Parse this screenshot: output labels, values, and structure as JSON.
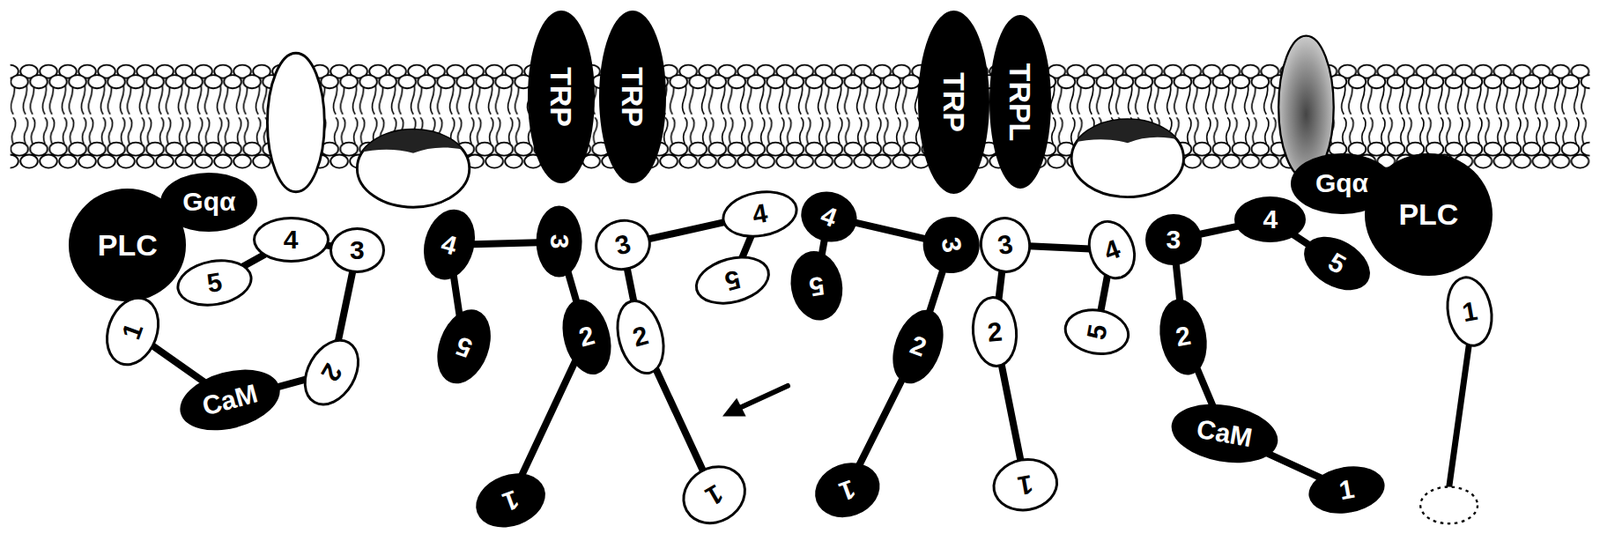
{
  "diagram": {
    "nodes": [
      {
        "text": [
          "PLC"
        ]
      },
      {
        "text": [
          "Gqα"
        ]
      },
      {
        "text": [
          "5"
        ]
      },
      {
        "text": [
          "4"
        ]
      },
      {
        "text": [
          "3"
        ]
      },
      {
        "text": [
          "1"
        ]
      },
      {
        "text": [
          "CaM"
        ]
      },
      {
        "text": [
          "2"
        ]
      },
      {
        "text": [
          "4"
        ]
      },
      {
        "text": [
          "5"
        ]
      },
      {
        "text": [
          "TRP"
        ]
      },
      {
        "text": [
          "TRP"
        ]
      },
      {
        "text": [
          "3"
        ]
      },
      {
        "text": [
          "3"
        ]
      },
      {
        "text": [
          "2"
        ]
      },
      {
        "text": [
          "2"
        ]
      },
      {
        "text": [
          "1"
        ]
      },
      {
        "text": [
          "1"
        ]
      },
      {
        "text": [
          "4"
        ]
      },
      {
        "text": [
          "5"
        ]
      },
      {
        "text": [
          "4"
        ]
      },
      {
        "text": [
          "5"
        ]
      },
      {
        "text": [
          "TRP"
        ]
      },
      {
        "text": [
          "TRPL"
        ]
      },
      {
        "text": [
          "3"
        ]
      },
      {
        "text": [
          "3"
        ]
      },
      {
        "text": [
          "2"
        ]
      },
      {
        "text": [
          "2"
        ]
      },
      {
        "text": [
          "1"
        ]
      },
      {
        "text": [
          "1"
        ]
      },
      {
        "text": [
          "4"
        ]
      },
      {
        "text": [
          "5"
        ]
      },
      {
        "text": [
          "3"
        ]
      },
      {
        "text": [
          "2"
        ]
      },
      {
        "text": [
          "CaM"
        ]
      },
      {
        "text": [
          "1"
        ]
      },
      {
        "text": [
          "4"
        ]
      },
      {
        "text": [
          "5"
        ]
      },
      {
        "text": [
          "PLC"
        ]
      },
      {
        "text": [
          "Gqα"
        ]
      },
      {
        "text": [
          "1"
        ]
      }
    ],
    "edges": [
      {
        "from": 5,
        "to": 6,
        "arrow": "none"
      },
      {
        "from": 6,
        "to": 7,
        "arrow": "none"
      },
      {
        "from": 7,
        "to": 4,
        "arrow": "none"
      },
      {
        "from": 4,
        "to": 3,
        "arrow": "none"
      },
      {
        "from": 3,
        "to": 2,
        "arrow": "none"
      },
      {
        "from": 12,
        "to": 8,
        "arrow": "none"
      },
      {
        "from": 8,
        "to": 9,
        "arrow": "none"
      },
      {
        "from": 12,
        "to": 14,
        "arrow": "none"
      },
      {
        "from": 14,
        "to": 16,
        "arrow": "none"
      },
      {
        "from": 13,
        "to": 15,
        "arrow": "none"
      },
      {
        "from": 15,
        "to": 17,
        "arrow": "none"
      },
      {
        "from": 13,
        "to": 18,
        "arrow": "none"
      },
      {
        "from": 18,
        "to": 19,
        "arrow": "none"
      },
      {
        "from": 24,
        "to": 20,
        "arrow": "none"
      },
      {
        "from": 20,
        "to": 21,
        "arrow": "none"
      },
      {
        "from": 24,
        "to": 26,
        "arrow": "none"
      },
      {
        "from": 26,
        "to": 28,
        "arrow": "none"
      },
      {
        "from": 25,
        "to": 27,
        "arrow": "none"
      },
      {
        "from": 27,
        "to": 29,
        "arrow": "none"
      },
      {
        "from": 25,
        "to": 30,
        "arrow": "none"
      },
      {
        "from": 30,
        "to": 31,
        "arrow": "none"
      },
      {
        "from": 32,
        "to": 33,
        "arrow": "none"
      },
      {
        "from": 33,
        "to": 34,
        "arrow": "none"
      },
      {
        "from": 34,
        "to": 35,
        "arrow": "none"
      },
      {
        "from": 32,
        "to": 36,
        "arrow": "none"
      },
      {
        "from": 36,
        "to": 37,
        "arrow": "none"
      }
    ]
  }
}
